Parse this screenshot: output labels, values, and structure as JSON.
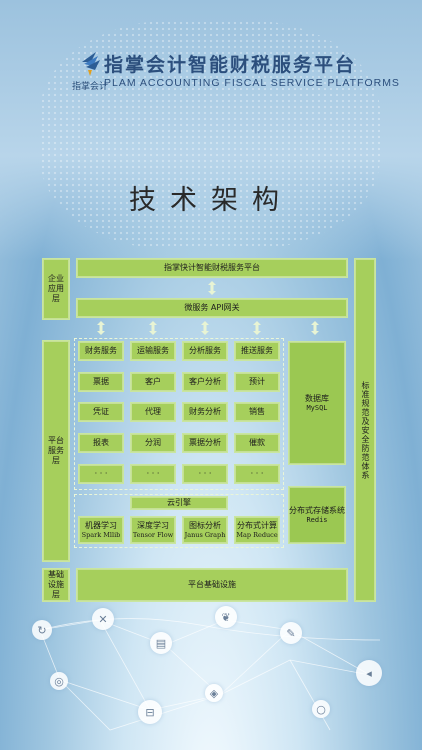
{
  "header": {
    "logo_subtitle": "指掌会计",
    "title_cn": "指掌会计智能财税服务平台",
    "title_en": "PLAM  ACCOUNTING FISCAL SERVICE PLATFORMS"
  },
  "page_heading": "技术架构",
  "layers": {
    "enterprise": "企业应用层",
    "platform": "平台服务层",
    "infrastructure": "基础设施层"
  },
  "enterprise_app": "指掌快计智能财税服务平台",
  "gateway": "微服务  API网关",
  "standards": "标准规范及安全防范体系",
  "services": [
    [
      "财务服务",
      "运输服务",
      "分析服务",
      "推送服务"
    ],
    [
      "票据",
      "客户",
      "客户分析",
      "预计"
    ],
    [
      "凭证",
      "代理",
      "财务分析",
      "销售"
    ],
    [
      "报表",
      "分润",
      "票据分析",
      "催款"
    ],
    [
      "· · ·",
      "· · ·",
      "· · ·",
      "· · ·"
    ]
  ],
  "database": {
    "label": "数据库",
    "sub": "MySQL"
  },
  "storage": {
    "label": "分布式存储系统",
    "sub": "Redis"
  },
  "cloud_engine": "云引擎",
  "engines": [
    {
      "label": "机器学习",
      "sub": "Spark Mllib"
    },
    {
      "label": "深度学习",
      "sub": "Tensor Flow"
    },
    {
      "label": "图标分析",
      "sub": "Janus Graph"
    },
    {
      "label": "分布式计算",
      "sub": "Map Reduce"
    }
  ],
  "infrastructure_box": "平台基础设施",
  "colors": {
    "box_green": "#a6cf5c",
    "title_blue": "#2c4f7d",
    "background_blue": "#9fc6e0"
  },
  "icons": [
    "deco-circle-icon",
    "swirl-icon",
    "target-icon",
    "chat-icon",
    "box-icon",
    "x-icon",
    "send-icon",
    "document-icon",
    "shield-icon",
    "leaf-icon"
  ]
}
